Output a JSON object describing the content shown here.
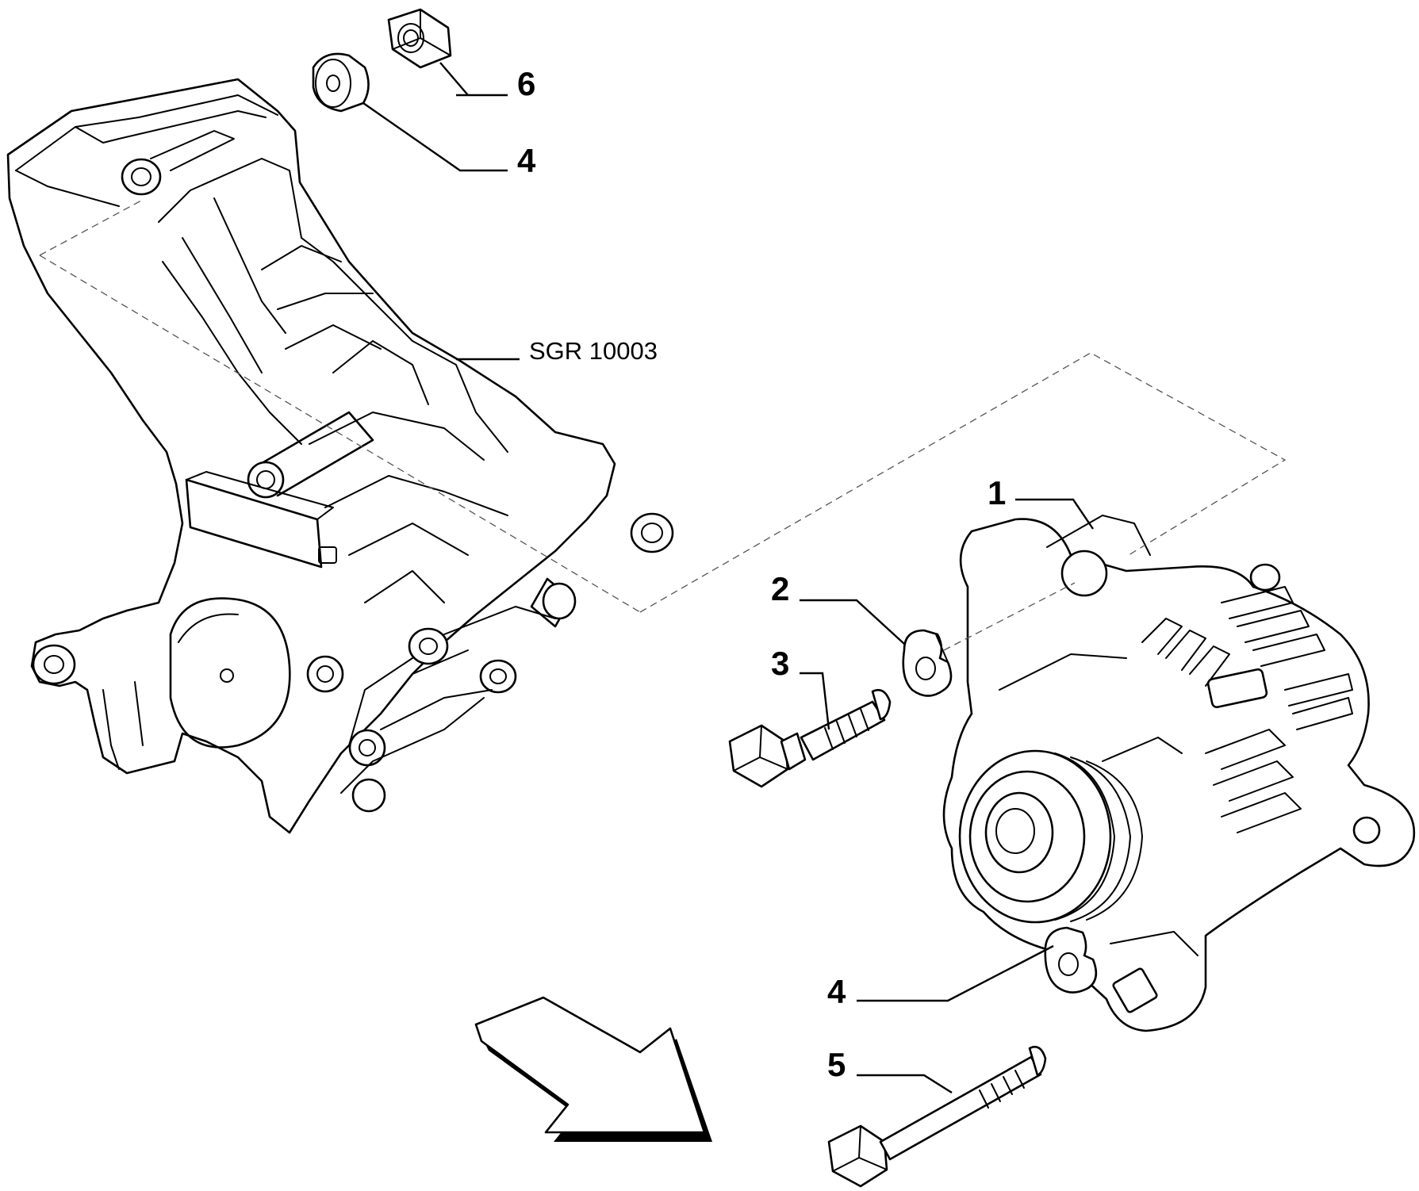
{
  "figure": {
    "callouts": [
      {
        "id": "c1",
        "label": "1",
        "part": "alternator"
      },
      {
        "id": "c2",
        "label": "2",
        "part": "washer"
      },
      {
        "id": "c3",
        "label": "3",
        "part": "bolt"
      },
      {
        "id": "c4a",
        "label": "4",
        "part": "spacer"
      },
      {
        "id": "c4b",
        "label": "4",
        "part": "washer"
      },
      {
        "id": "c5",
        "label": "5",
        "part": "long-bolt"
      },
      {
        "id": "c6",
        "label": "6",
        "part": "nut"
      }
    ],
    "reference": "SGR 10003"
  }
}
